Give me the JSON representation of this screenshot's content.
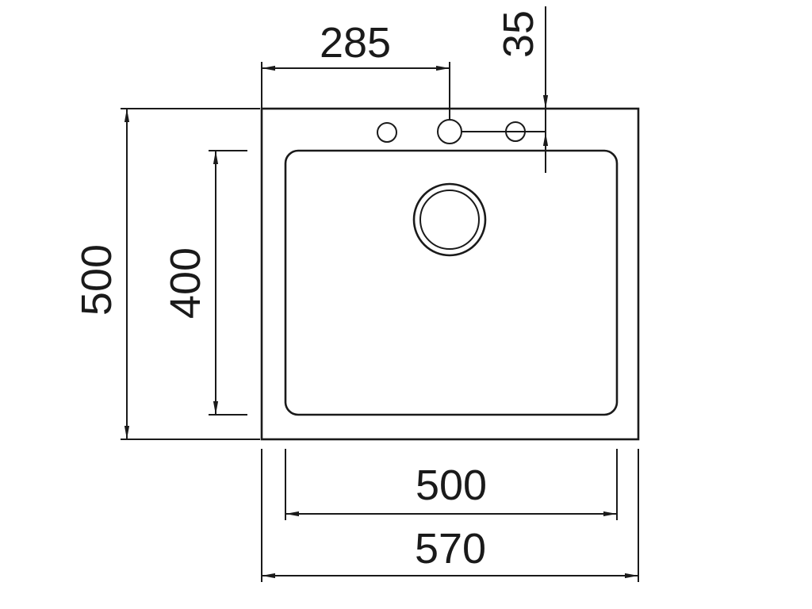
{
  "drawing": {
    "type": "technical dimension drawing",
    "subject": "top-mount kitchen sink, top view",
    "line_color": "#1a1a1a",
    "background_color": "#ffffff",
    "labels": {
      "tap_offset_x": "285",
      "tap_offset_y": "35",
      "overall_depth": "500",
      "bowl_depth": "400",
      "bowl_width": "500",
      "overall_width": "570"
    }
  }
}
